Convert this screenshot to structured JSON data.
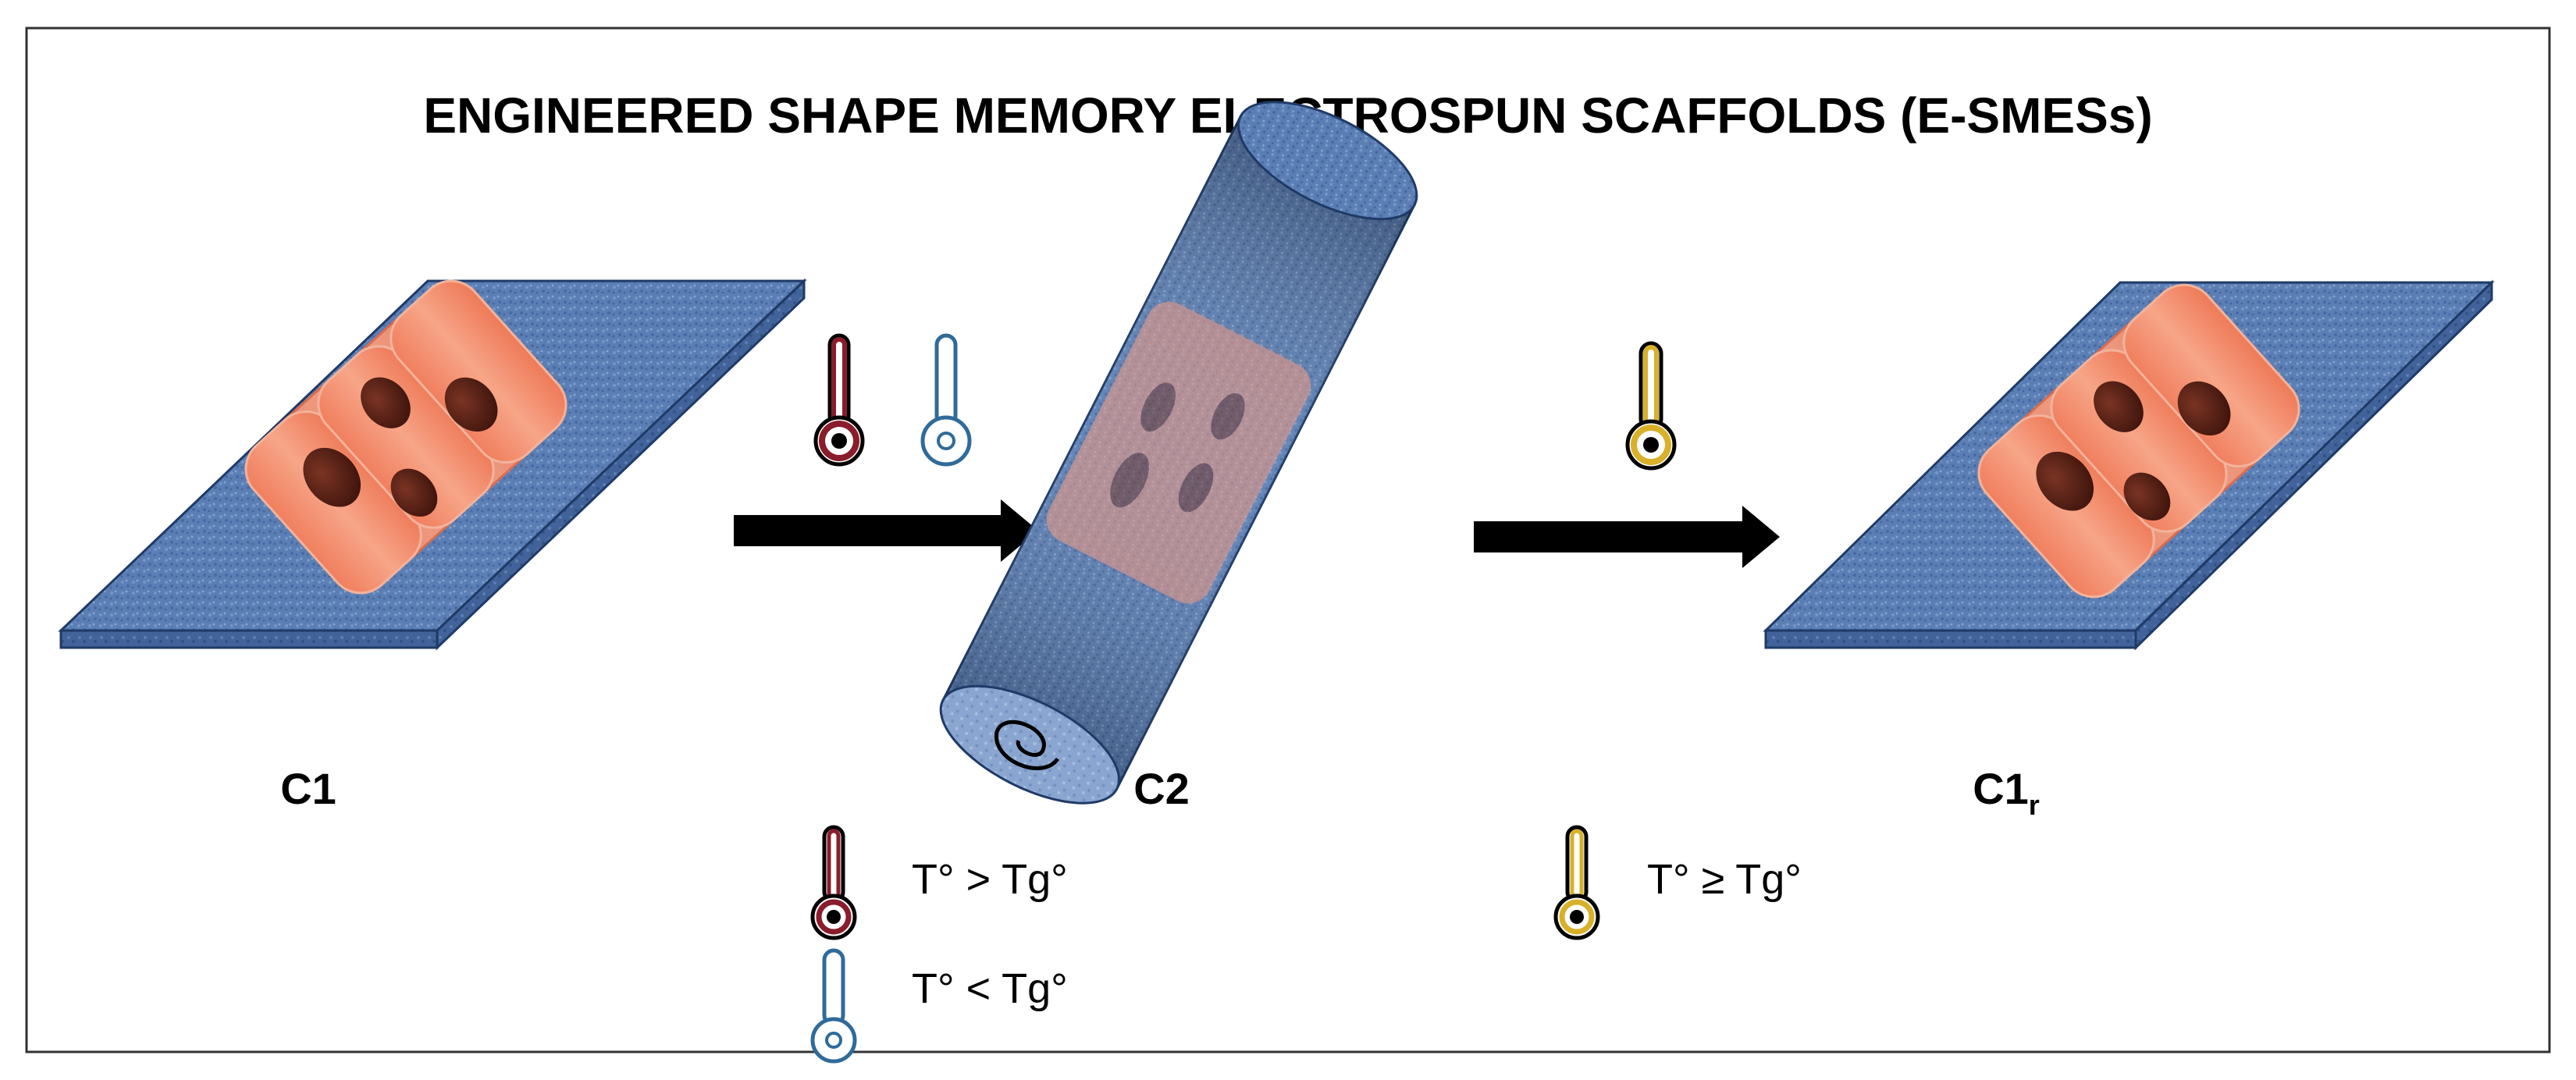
{
  "title": "ENGINEERED SHAPE MEMORY ELECTROSPUN SCAFFOLDS (E-SMESs)",
  "stages": [
    {
      "label": "C1",
      "sub": ""
    },
    {
      "label": "C2",
      "sub": ""
    },
    {
      "label": "C1",
      "sub": "r"
    }
  ],
  "legend": [
    {
      "text": "T° > Tg°",
      "icon": "thermometer-hot-icon",
      "color": "#8a1c2b"
    },
    {
      "text": "T° < Tg°",
      "icon": "thermometer-cold-icon",
      "color": "#2f6b9a"
    },
    {
      "text": "T° ≥ Tg°",
      "icon": "thermometer-warm-icon",
      "color": "#5a4a12"
    }
  ],
  "colors": {
    "scaffold": "#5b7fb5",
    "cell": "#f08a6a",
    "nucleus": "#5a2218",
    "arrow": "#000000",
    "hot": "#8a1c2b",
    "cold": "#2f6b9a",
    "warm": "#d9b02a"
  }
}
